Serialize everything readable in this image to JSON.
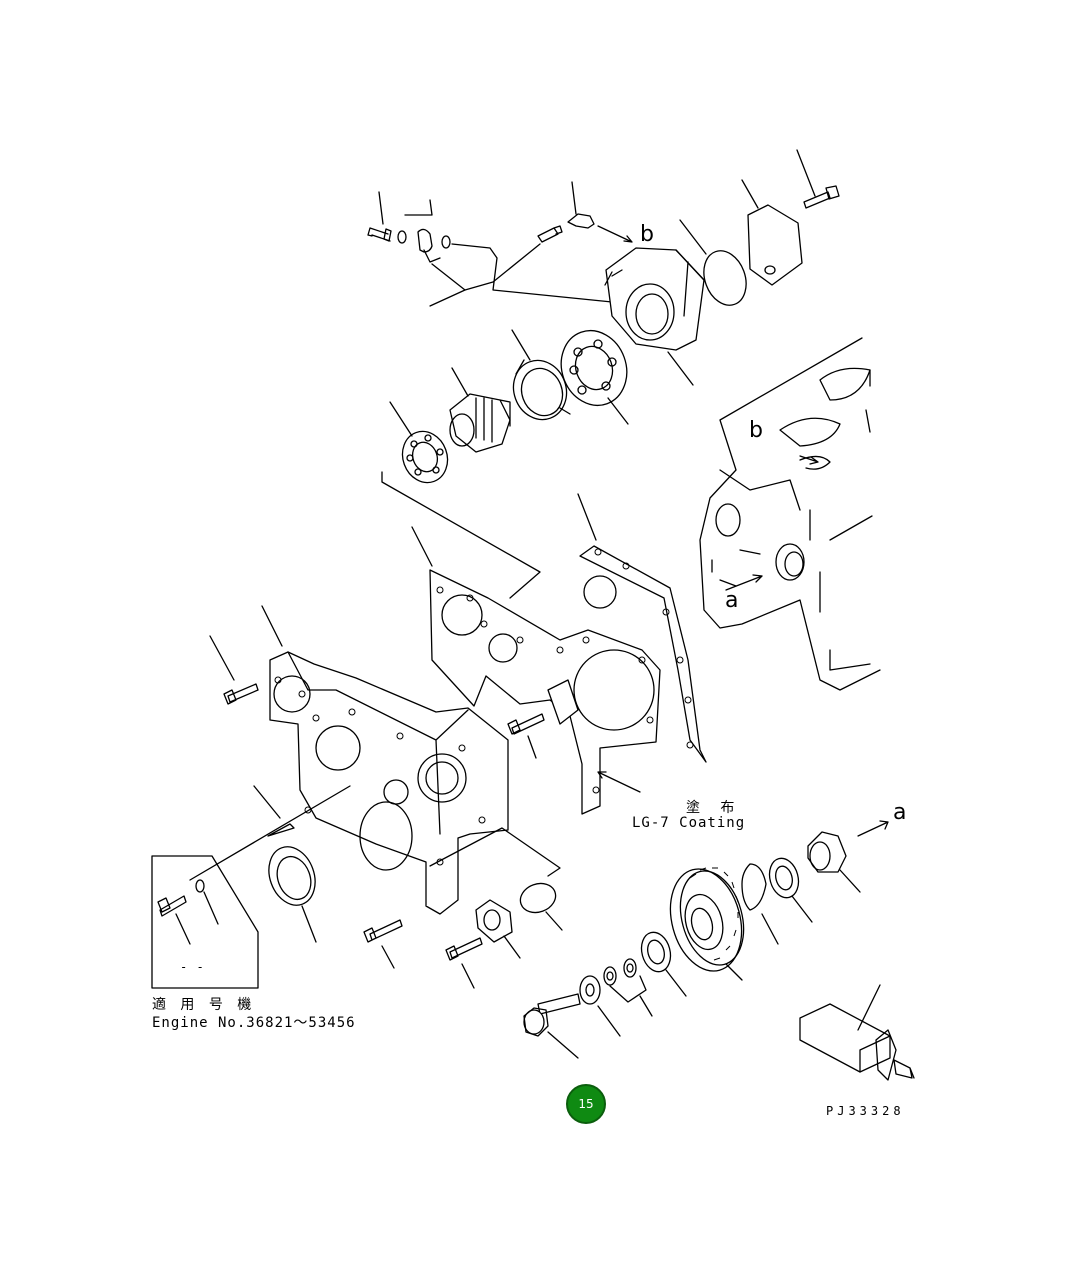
{
  "labels": {
    "ref_b_top": "b",
    "ref_b_block": "b",
    "ref_a_block": "a",
    "ref_a_right": "a"
  },
  "annotations": {
    "coating_jp": "塗 布",
    "coating_en": "LG-7 Coating",
    "applicable_jp": "適 用 号 機",
    "engine_no": "Engine No.36821～53456",
    "dash_mark": "- -"
  },
  "page_number": "15",
  "drawing_code": "PJ33328",
  "colors": {
    "line": "#000000",
    "background": "#ffffff",
    "page_badge": "#0f8a12"
  }
}
